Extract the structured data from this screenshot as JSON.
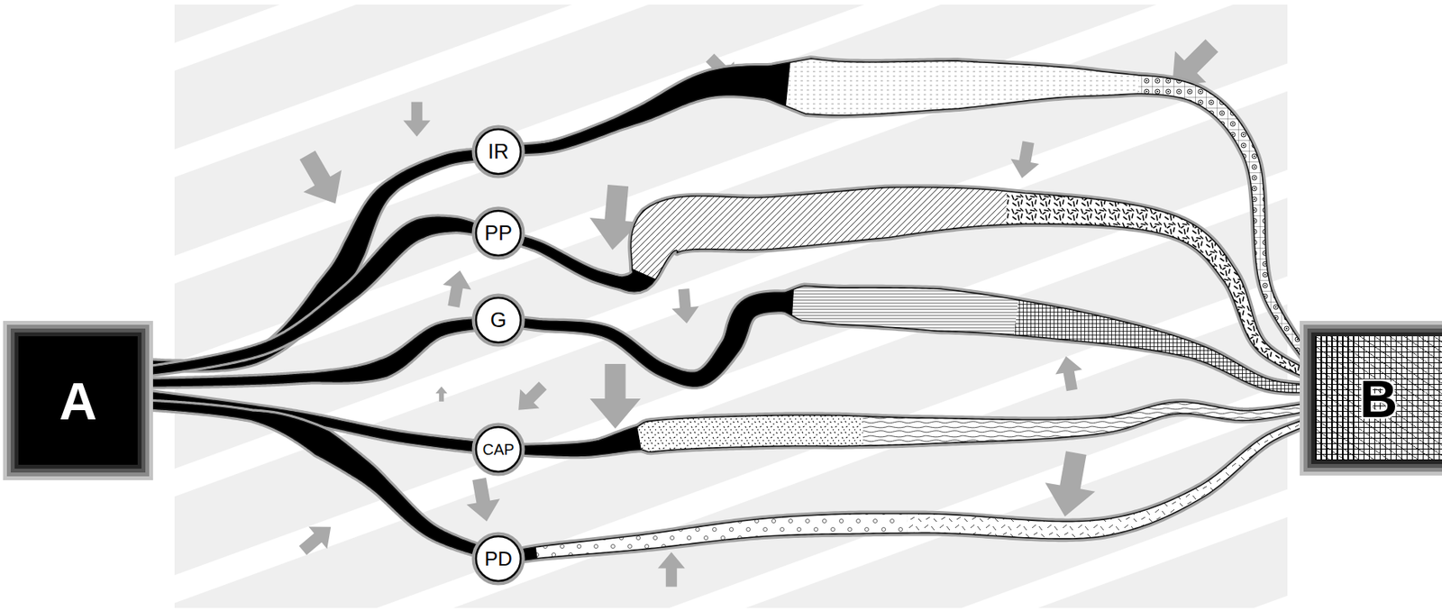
{
  "diagram": {
    "nodes": [
      {
        "text": [
          "A"
        ]
      },
      {
        "text": [
          "IR"
        ]
      },
      {
        "text": [
          "PP"
        ]
      },
      {
        "text": [
          "G"
        ]
      },
      {
        "text": [
          "CAP"
        ]
      },
      {
        "text": [
          "PD"
        ]
      },
      {
        "text": [
          "B"
        ]
      }
    ],
    "edges": [
      {
        "from": 0,
        "to": 1,
        "arrow": "none"
      },
      {
        "from": 0,
        "to": 2,
        "arrow": "none"
      },
      {
        "from": 0,
        "to": 3,
        "arrow": "none"
      },
      {
        "from": 0,
        "to": 4,
        "arrow": "none"
      },
      {
        "from": 0,
        "to": 5,
        "arrow": "none"
      },
      {
        "from": 1,
        "to": 6,
        "arrow": "none"
      },
      {
        "from": 2,
        "to": 6,
        "arrow": "none"
      },
      {
        "from": 3,
        "to": 6,
        "arrow": "none"
      },
      {
        "from": 4,
        "to": 6,
        "arrow": "none"
      },
      {
        "from": 5,
        "to": 6,
        "arrow": "none"
      }
    ]
  }
}
